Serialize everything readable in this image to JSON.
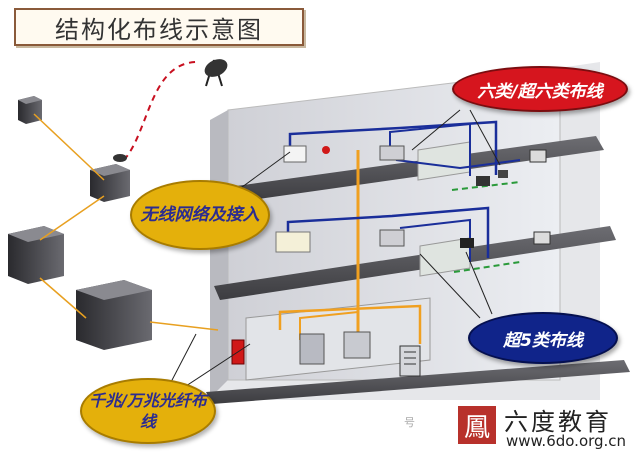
{
  "title": "结构化布线示意图",
  "callouts": {
    "cat6": "六类/超六类布线",
    "wireless": "无线网络及接入",
    "cat5": "超5类布线",
    "fiber": "千兆/万兆光纤布线"
  },
  "watermark": {
    "logo_char": "鳳",
    "name": "六度教育",
    "url": "www.6do.org.cn",
    "faint_text": "号"
  },
  "colors": {
    "cat6_fill": "#d6151e",
    "callout_yellow": "#e4b00b",
    "cat5_fill": "#10248a",
    "cable_blue": "#1a2e9a",
    "cable_orange": "#f0a020",
    "link_red": "#c81020"
  }
}
